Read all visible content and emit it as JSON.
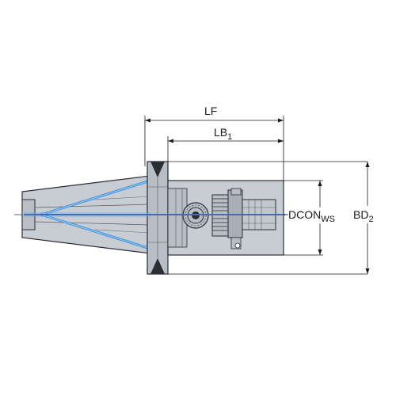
{
  "labels": {
    "lf": "LF",
    "lb1_main": "LB",
    "lb1_sub": "1",
    "dcon_main": "DCON",
    "dcon_sub": "WS",
    "bd2_main": "BD",
    "bd2_sub": "2"
  },
  "colors": {
    "body_fill": "#c8ccd3",
    "body_dark": "#a9aeb7",
    "body_stroke": "#2a2d33",
    "coolant": "#3a8fd8",
    "centerline": "#3a6fc4",
    "dim_line": "#1a1a1a"
  }
}
